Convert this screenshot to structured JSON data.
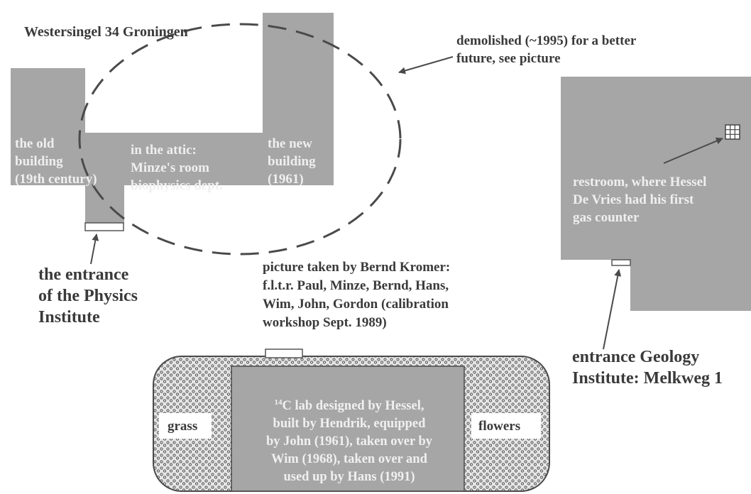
{
  "title": "Westersingel 34 Groningen",
  "demolished_note": "demolished (~1995) for a better\nfuture, see picture",
  "old_building": "the old\nbuilding\n(19th century)",
  "attic": "in the attic:\nMinze's room\nbiophysics dept.",
  "new_building": "the new\nbuilding\n(1961)",
  "physics_entrance": "the entrance\nof the Physics\nInstitute",
  "picture_caption": "picture taken by Bernd Kromer:\nf.l.t.r. Paul, Minze, Bernd, Hans,\nWim, John, Gordon (calibration\nworkshop Sept. 1989)",
  "restroom": "restroom, where Hessel\nDe Vries had his first\ngas counter",
  "geology_entrance": "entrance Geology\nInstitute: Melkweg 1",
  "lab_superscript": "14",
  "lab_description": "C lab designed by Hessel,\nbuilt by Hendrik, equipped\nby John (1961), taken over by\nWim (1968), taken over and\nused up by Hans (1991)",
  "grass": "grass",
  "flowers": "flowers",
  "colors": {
    "building": "#a6a6a6",
    "dark_line": "#555555"
  }
}
